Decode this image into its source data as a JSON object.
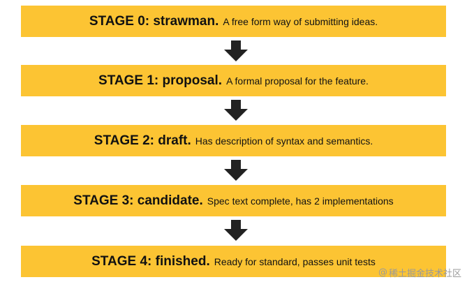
{
  "stages": [
    {
      "label": "STAGE 0: strawman.",
      "description": "A free form way of submitting ideas."
    },
    {
      "label": "STAGE 1: proposal.",
      "description": "A formal proposal for the feature."
    },
    {
      "label": "STAGE 2: draft.",
      "description": "Has description of syntax and semantics."
    },
    {
      "label": "STAGE 3: candidate.",
      "description": "Spec text complete, has 2 implementations"
    },
    {
      "label": "STAGE 4: finished.",
      "description": "Ready for standard, passes unit tests"
    }
  ],
  "watermark": {
    "symbol": "@",
    "text": "稀土掘金技术社区"
  },
  "colors": {
    "stage_fill": "#fcc433",
    "arrow": "#222222",
    "text": "#111111"
  },
  "icons": {
    "arrow": "down-arrow-icon"
  }
}
